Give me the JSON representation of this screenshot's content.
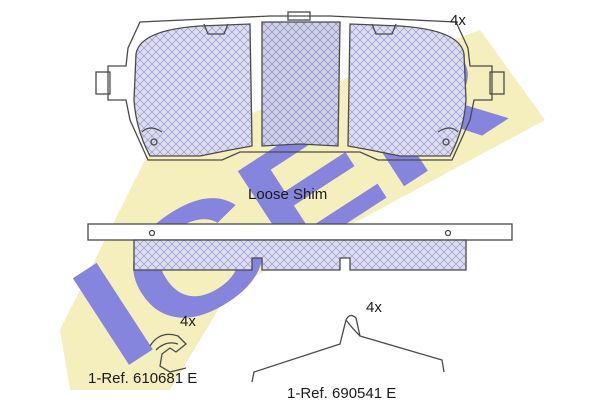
{
  "watermark": {
    "text": "ICER",
    "blue": "#6f6fd9",
    "yellow": "#f3e9a6"
  },
  "labels": {
    "pad_quantity": "4x",
    "shim_caption": "Loose Shim",
    "clip_quantity": "4x",
    "spring_quantity": "4x",
    "clip_reference": "1-Ref. 610681 E",
    "spring_reference": "1-Ref. 690541 E"
  },
  "colors": {
    "line": "#4a4a4a",
    "hatch_fill": "#d8d8ee",
    "hatch_line": "#8a8ac0"
  }
}
